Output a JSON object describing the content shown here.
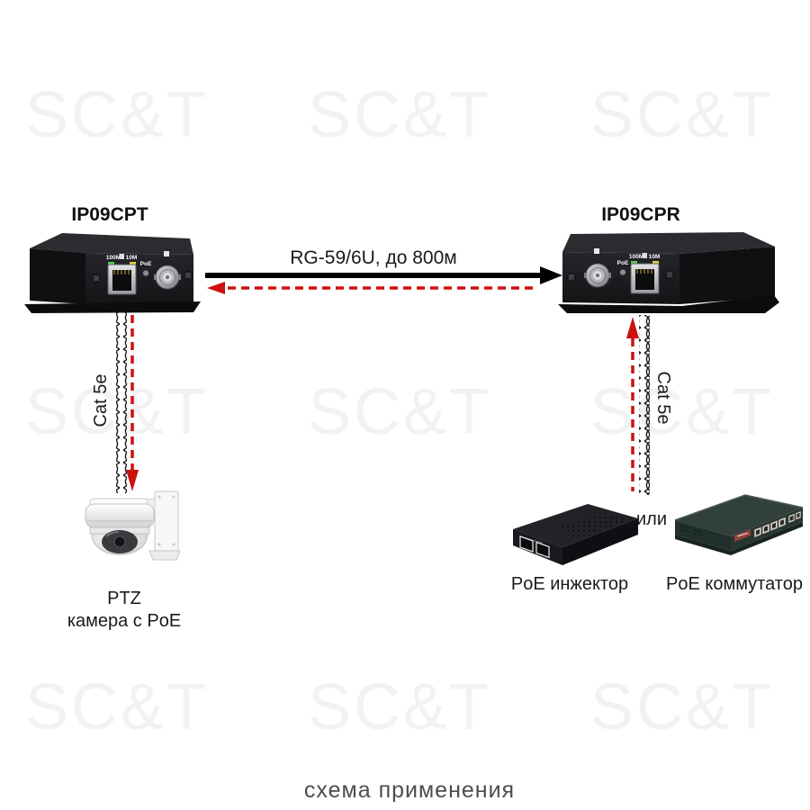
{
  "watermark": {
    "text": "SC&T"
  },
  "transmitter": {
    "name": "IP09CPT",
    "label_100m": "100M",
    "label_10m": "10M",
    "label_poe": "PoE"
  },
  "receiver": {
    "name": "IP09CPR",
    "label_100m": "100M",
    "label_10m": "10M",
    "label_poe": "PoE"
  },
  "coax_link": {
    "label": "RG-59/6U, до 800м"
  },
  "camera_link": {
    "label": "Cat 5e"
  },
  "power_link": {
    "label": "Cat 5e"
  },
  "camera": {
    "line1": "PTZ",
    "line2": "камера с PoE"
  },
  "injector": {
    "label": "PoE инжектор"
  },
  "or_label": "или",
  "switch": {
    "label": "PoE коммутатор"
  },
  "caption": "схема применения",
  "colors": {
    "forward_arrow": "#000000",
    "return_arrow": "#cc1111",
    "watermark": "#f2f2f2",
    "led_green": "#57d24f",
    "led_yellow": "#e6d43e"
  }
}
